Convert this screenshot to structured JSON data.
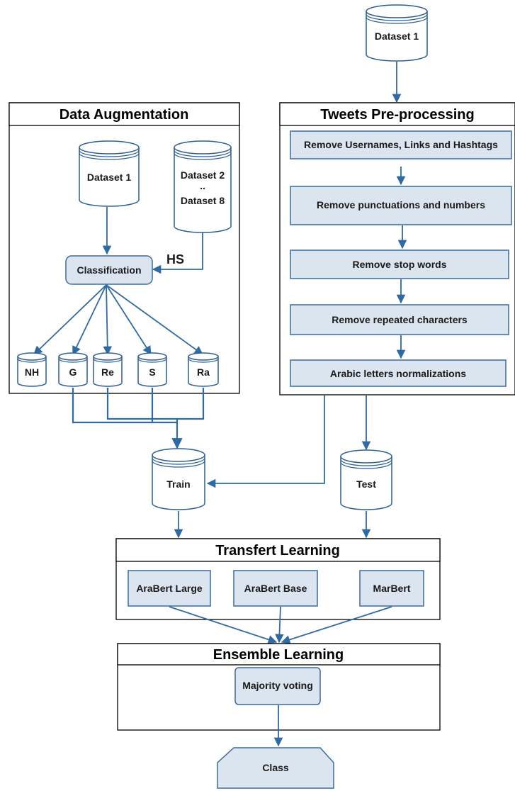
{
  "sections": {
    "augmentation": "Data Augmentation",
    "preprocessing": "Tweets Pre-processing",
    "transfer": "Transfert Learning",
    "ensemble": "Ensemble Learning"
  },
  "datasets": {
    "top": "Dataset 1",
    "aug_d1": "Dataset 1",
    "aug_d2": "Dataset 2",
    "aug_dots": "..",
    "aug_d8": "Dataset 8",
    "train": "Train",
    "test": "Test"
  },
  "augmentation": {
    "classification": "Classification",
    "hs_label": "HS",
    "classes": [
      "NH",
      "G",
      "Re",
      "S",
      "Ra"
    ]
  },
  "preprocessing_steps": [
    "Remove Usernames, Links and Hashtags",
    "Remove punctuations and numbers",
    "Remove stop words",
    "Remove repeated characters",
    "Arabic letters normalizations"
  ],
  "models": [
    "AraBert Large",
    "AraBert Base",
    "MarBert"
  ],
  "ensemble_method": "Majority voting",
  "output": "Class",
  "colors": {
    "box_fill": "#dae5f0",
    "box_stroke": "#3b6b9a",
    "arrow": "#2f6aa3"
  }
}
